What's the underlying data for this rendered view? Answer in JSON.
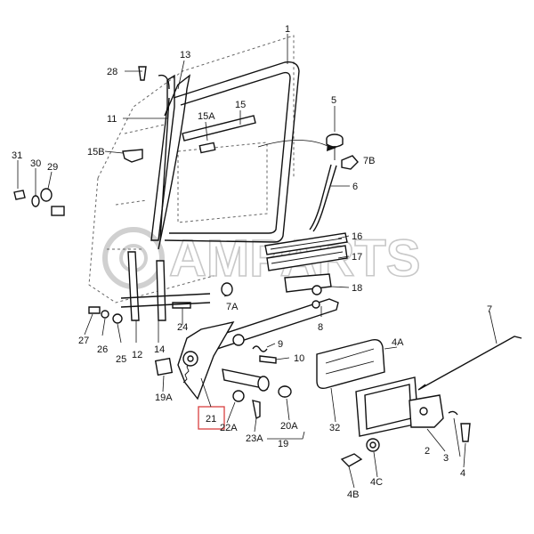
{
  "watermark": "AMPARTS",
  "highlight_color": "#d94040",
  "callouts": {
    "c1": "1",
    "c2": "2",
    "c3": "3",
    "c4": "4",
    "c4A": "4A",
    "c4B": "4B",
    "c4C": "4C",
    "c5": "5",
    "c6": "6",
    "c7": "7",
    "c7A": "7A",
    "c7B": "7B",
    "c8": "8",
    "c9": "9",
    "c10": "10",
    "c11": "11",
    "c12": "12",
    "c13": "13",
    "c14": "14",
    "c15": "15",
    "c15A": "15A",
    "c15B": "15B",
    "c16": "16",
    "c17": "17",
    "c18": "18",
    "c19": "19",
    "c19A": "19A",
    "c20A": "20A",
    "c21": "21",
    "c22A": "22A",
    "c23A": "23A",
    "c24": "24",
    "c25": "25",
    "c26": "26",
    "c27": "27",
    "c28": "28",
    "c29": "29",
    "c30": "30",
    "c31": "31",
    "c32": "32"
  }
}
